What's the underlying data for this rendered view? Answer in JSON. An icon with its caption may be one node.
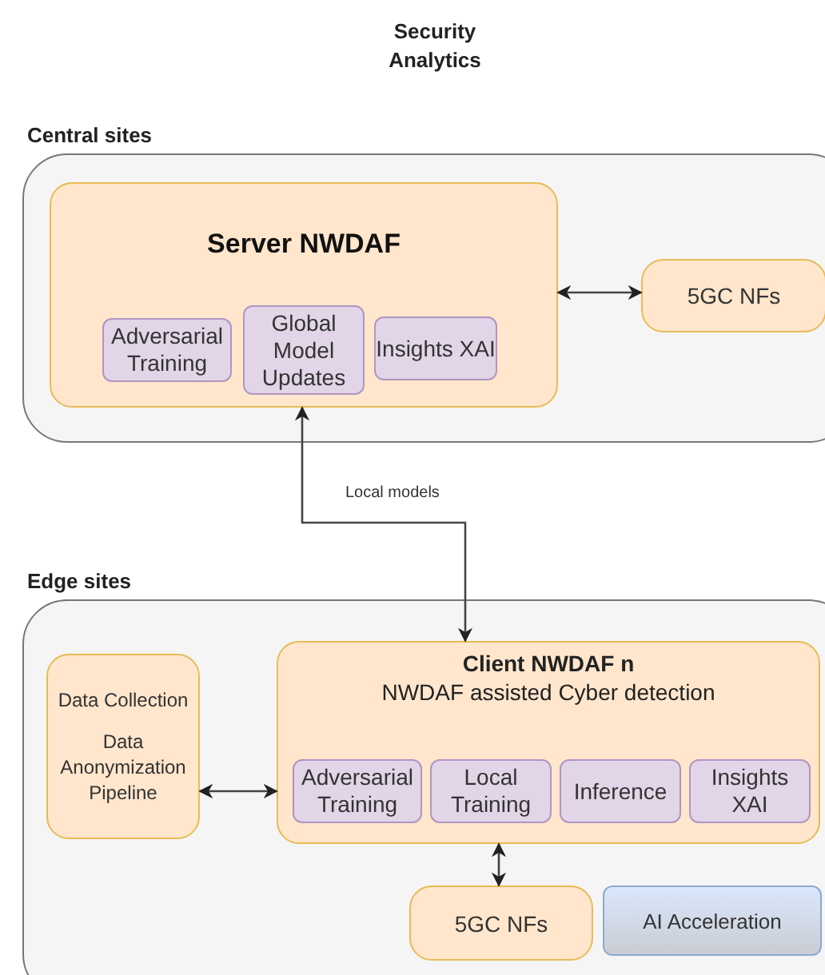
{
  "diagram": {
    "title": "Security Analytics",
    "nodes": [
      {
        "text": [
          "Central sites"
        ]
      },
      {
        "text": [
          "Server NWDAF"
        ],
        "in": 0
      },
      {
        "text": [
          "Adversarial Training"
        ],
        "in": 1
      },
      {
        "text": [
          "Global Model Updates"
        ],
        "in": 1
      },
      {
        "text": [
          "Insights XAI"
        ],
        "in": 1
      },
      {
        "text": [
          "5GC NFs"
        ],
        "in": 0
      },
      {
        "text": [
          "Edge sites"
        ]
      },
      {
        "text": [
          "Data Collection",
          "Data Anonymization Pipeline"
        ],
        "in": 6
      },
      {
        "text": [
          "Client NWDAF n",
          "NWDAF assisted Cyber detection"
        ],
        "in": 6
      },
      {
        "text": [
          "Adversarial Training"
        ],
        "in": 8
      },
      {
        "text": [
          "Local Training"
        ],
        "in": 8
      },
      {
        "text": [
          "Inference"
        ],
        "in": 8
      },
      {
        "text": [
          "Insights XAI"
        ],
        "in": 8
      },
      {
        "text": [
          "5GC NFs"
        ],
        "in": 6
      },
      {
        "text": [
          "AI Acceleration"
        ],
        "in": 6
      }
    ],
    "edges": [
      {
        "from": 1,
        "to": 5,
        "arrow": "both"
      },
      {
        "from": 1,
        "to": 8,
        "arrow": "both",
        "label": "Local models"
      },
      {
        "from": 7,
        "to": 8,
        "arrow": "both"
      },
      {
        "from": 8,
        "to": 13,
        "arrow": "both"
      }
    ]
  }
}
